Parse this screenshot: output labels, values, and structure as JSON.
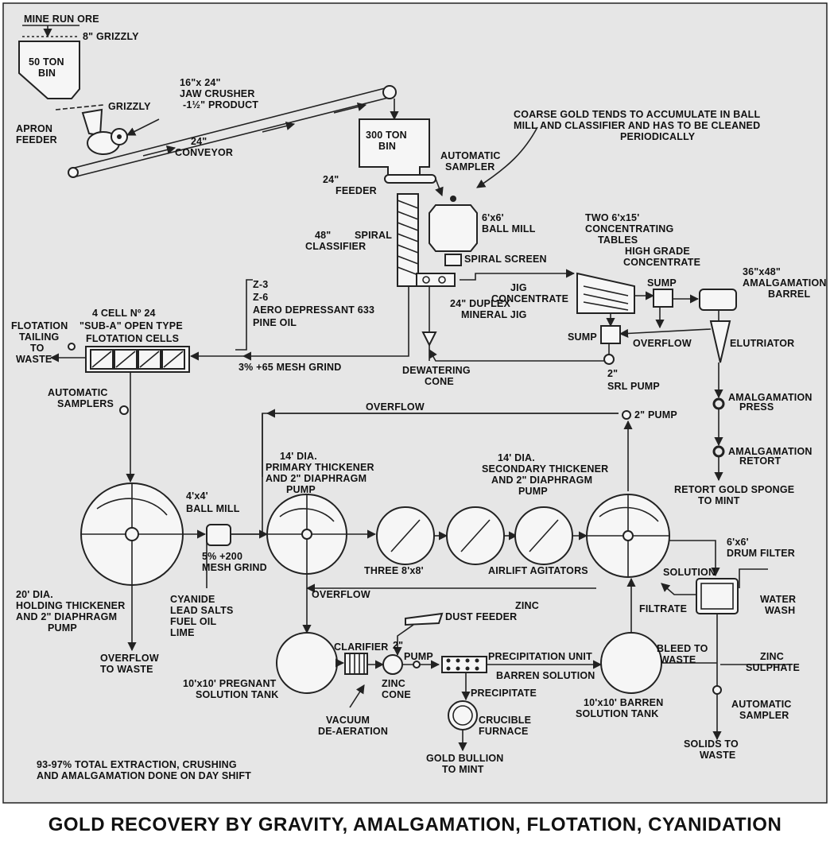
{
  "title": "GOLD RECOVERY BY GRAVITY, AMALGAMATION, FLOTATION, CYANIDATION",
  "colors": {
    "paper": "#e6e6e6",
    "ink": "#222222",
    "background": "#ffffff"
  },
  "labels": {
    "mine_run_ore": "MINE RUN ORE",
    "grizzly_8": "8\" GRIZZLY",
    "bin_50_l1": "50 TON",
    "bin_50_l2": "BIN",
    "jaw_l1": "16\"x 24\"",
    "jaw_l2": "JAW CRUSHER",
    "jaw_l3": "-1½\" PRODUCT",
    "grizzly": "GRIZZLY",
    "apron_l1": "APRON",
    "apron_l2": "FEEDER",
    "conveyor_l1": "24\"",
    "conveyor_l2": "CONVEYOR",
    "bin_300_l1": "300 TON",
    "bin_300_l2": "BIN",
    "auto_sampler_l1": "AUTOMATIC",
    "auto_sampler_l2": "SAMPLER",
    "feeder_l1": "24\"",
    "feeder_l2": "FEEDER",
    "coarse_l1": "COARSE GOLD TENDS TO ACCUMULATE IN BALL",
    "coarse_l2": "MILL AND CLASSIFIER AND HAS TO BE CLEANED",
    "coarse_l3": "PERIODICALLY",
    "classifier_l1": "48\"",
    "classifier_l2": "SPIRAL",
    "classifier_l3": "CLASSIFIER",
    "ball_mill_l1": "6'x6'",
    "ball_mill_l2": "BALL MILL",
    "spiral_screen": "SPIRAL SCREEN",
    "tables_l1": "TWO 6'x15'",
    "tables_l2": "CONCENTRATING",
    "tables_l3": "TABLES",
    "high_grade_l1": "HIGH GRADE",
    "high_grade_l2": "CONCENTRATE",
    "sump": "SUMP",
    "amal_barrel_l1": "36\"x48\"",
    "amal_barrel_l2": "AMALGAMATION",
    "amal_barrel_l3": "BARREL",
    "jig_conc_l1": "JIG",
    "jig_conc_l2": "CONCENTRATE",
    "jig_l1": "24\" DUPLEX",
    "jig_l2": "MINERAL JIG",
    "reagent_1": "Z-3",
    "reagent_2": "Z-6",
    "reagent_3": "AERO DEPRESSANT 633",
    "reagent_4": "PINE OIL",
    "cells_l1": "4 CELL Nº 24",
    "cells_l2": "\"SUB-A\" OPEN TYPE",
    "cells_l3": "FLOTATION CELLS",
    "tailing_l1": "FLOTATION",
    "tailing_l2": "TAILING",
    "tailing_l3": "TO",
    "tailing_l4": "WASTE",
    "mesh_grind": "3% +65 MESH GRIND",
    "sump_2": "SUMP",
    "overflow_1": "OVERFLOW",
    "elutriator": "ELUTRIATOR",
    "dewatering_l1": "DEWATERING",
    "dewatering_l2": "CONE",
    "srl_l1": "2\"",
    "srl_l2": "SRL PUMP",
    "auto_samplers_l1": "AUTOMATIC",
    "auto_samplers_l2": "SAMPLERS",
    "amal_press_l1": "AMALGAMATION",
    "amal_press_l2": "PRESS",
    "overflow_2": "OVERFLOW",
    "pump_2in": "2\" PUMP",
    "amal_retort_l1": "AMALGAMATION",
    "amal_retort_l2": "RETORT",
    "primary_l1": "14' DIA.",
    "primary_l2": "PRIMARY THICKENER",
    "primary_l3": "AND 2\" DIAPHRAGM",
    "primary_l4": "PUMP",
    "secondary_l1": "14' DIA.",
    "secondary_l2": "SECONDARY THICKENER",
    "secondary_l3": "AND 2\" DIAPHRAGM",
    "secondary_l4": "PUMP",
    "retort_gold_l1": "RETORT GOLD SPONGE",
    "retort_gold_l2": "TO MINT",
    "ball_mill2_l1": "4'x4'",
    "ball_mill2_l2": "BALL MILL",
    "drum_l1": "6'x6'",
    "drum_l2": "DRUM FILTER",
    "grind_200_l1": "5% +200",
    "grind_200_l2": "MESH GRIND",
    "agitators_three": "THREE 8'x8'",
    "agitators_airlift": "AIRLIFT AGITATORS",
    "solution": "SOLUTION",
    "holding_l1": "20' DIA.",
    "holding_l2": "HOLDING THICKENER",
    "holding_l3": "AND 2\" DIAPHRAGM",
    "holding_l4": "PUMP",
    "cyanide_l1": "CYANIDE",
    "cyanide_l2": "LEAD SALTS",
    "cyanide_l3": "FUEL OIL",
    "cyanide_l4": "LIME",
    "overflow_3": "OVERFLOW",
    "water_wash_l1": "WATER",
    "water_wash_l2": "WASH",
    "filtrate": "FILTRATE",
    "zinc_l1": "ZINC",
    "zinc_l2": "DUST FEEDER",
    "overflow_waste_l1": "OVERFLOW",
    "overflow_waste_l2": "TO WASTE",
    "clarifier": "CLARIFIER",
    "pump2_l1": "2\"",
    "pump2_l2": "PUMP",
    "precip_unit": "PRECIPITATION UNIT",
    "barren_solution": "BARREN SOLUTION",
    "bleed_l1": "BLEED TO",
    "bleed_l2": "WASTE",
    "zinc_sulphate_l1": "ZINC",
    "zinc_sulphate_l2": "SULPHATE",
    "pregnant_l1": "10'x10' PREGNANT",
    "pregnant_l2": "SOLUTION TANK",
    "zinc_cone_l1": "ZINC",
    "zinc_cone_l2": "CONE",
    "precipitate": "PRECIPITATE",
    "barren_tank_l1": "10'x10' BARREN",
    "barren_tank_l2": "SOLUTION TANK",
    "auto_sampler3_l1": "AUTOMATIC",
    "auto_sampler3_l2": "SAMPLER",
    "vacuum_l1": "VACUUM",
    "vacuum_l2": "DE-AERATION",
    "crucible_l1": "CRUCIBLE",
    "crucible_l2": "FURNACE",
    "solids_l1": "SOLIDS TO",
    "solids_l2": "WASTE",
    "bullion_l1": "GOLD BULLION",
    "bullion_l2": "TO MINT",
    "extraction_l1": "93-97% TOTAL EXTRACTION, CRUSHING",
    "extraction_l2": "AND AMALGAMATION DONE ON DAY SHIFT"
  }
}
